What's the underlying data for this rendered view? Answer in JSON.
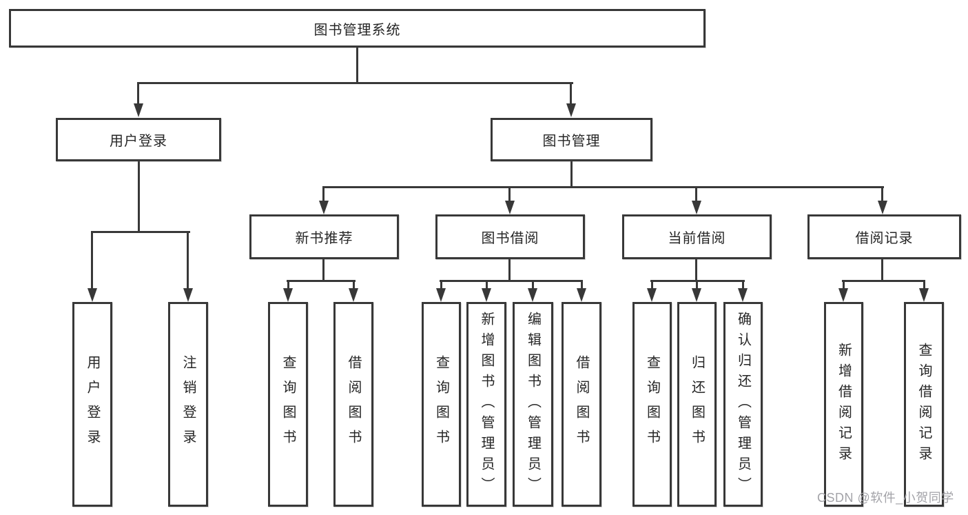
{
  "tree": {
    "root": {
      "label": "图书管理系统"
    },
    "level2": [
      {
        "label": "用户登录"
      },
      {
        "label": "图书管理"
      }
    ],
    "level3": [
      {
        "label": "新书推荐",
        "parent": "图书管理"
      },
      {
        "label": "图书借阅",
        "parent": "图书管理"
      },
      {
        "label": "当前借阅",
        "parent": "图书管理"
      },
      {
        "label": "借阅记录",
        "parent": "图书管理"
      }
    ],
    "leaves": [
      {
        "label": "用户登录",
        "parent": "用户登录"
      },
      {
        "label": "注销登录",
        "parent": "用户登录"
      },
      {
        "label": "查询图书",
        "parent": "新书推荐"
      },
      {
        "label": "借阅图书",
        "parent": "新书推荐"
      },
      {
        "label": "查询图书",
        "parent": "图书借阅"
      },
      {
        "label": "新增图书（管理员）",
        "parent": "图书借阅"
      },
      {
        "label": "编辑图书（管理员）",
        "parent": "图书借阅"
      },
      {
        "label": "借阅图书",
        "parent": "图书借阅"
      },
      {
        "label": "查询图书",
        "parent": "当前借阅"
      },
      {
        "label": "归还图书",
        "parent": "当前借阅"
      },
      {
        "label": "确认归还（管理员）",
        "parent": "当前借阅"
      },
      {
        "label": "新增借阅记录",
        "parent": "借阅记录"
      },
      {
        "label": "查询借阅记录",
        "parent": "借阅记录"
      }
    ]
  },
  "watermark": {
    "text": "CSDN @软件_小贺同学"
  },
  "colors": {
    "line": "#383838",
    "text": "#262626",
    "background": "#ffffff",
    "watermark": "#a3a3a8"
  }
}
